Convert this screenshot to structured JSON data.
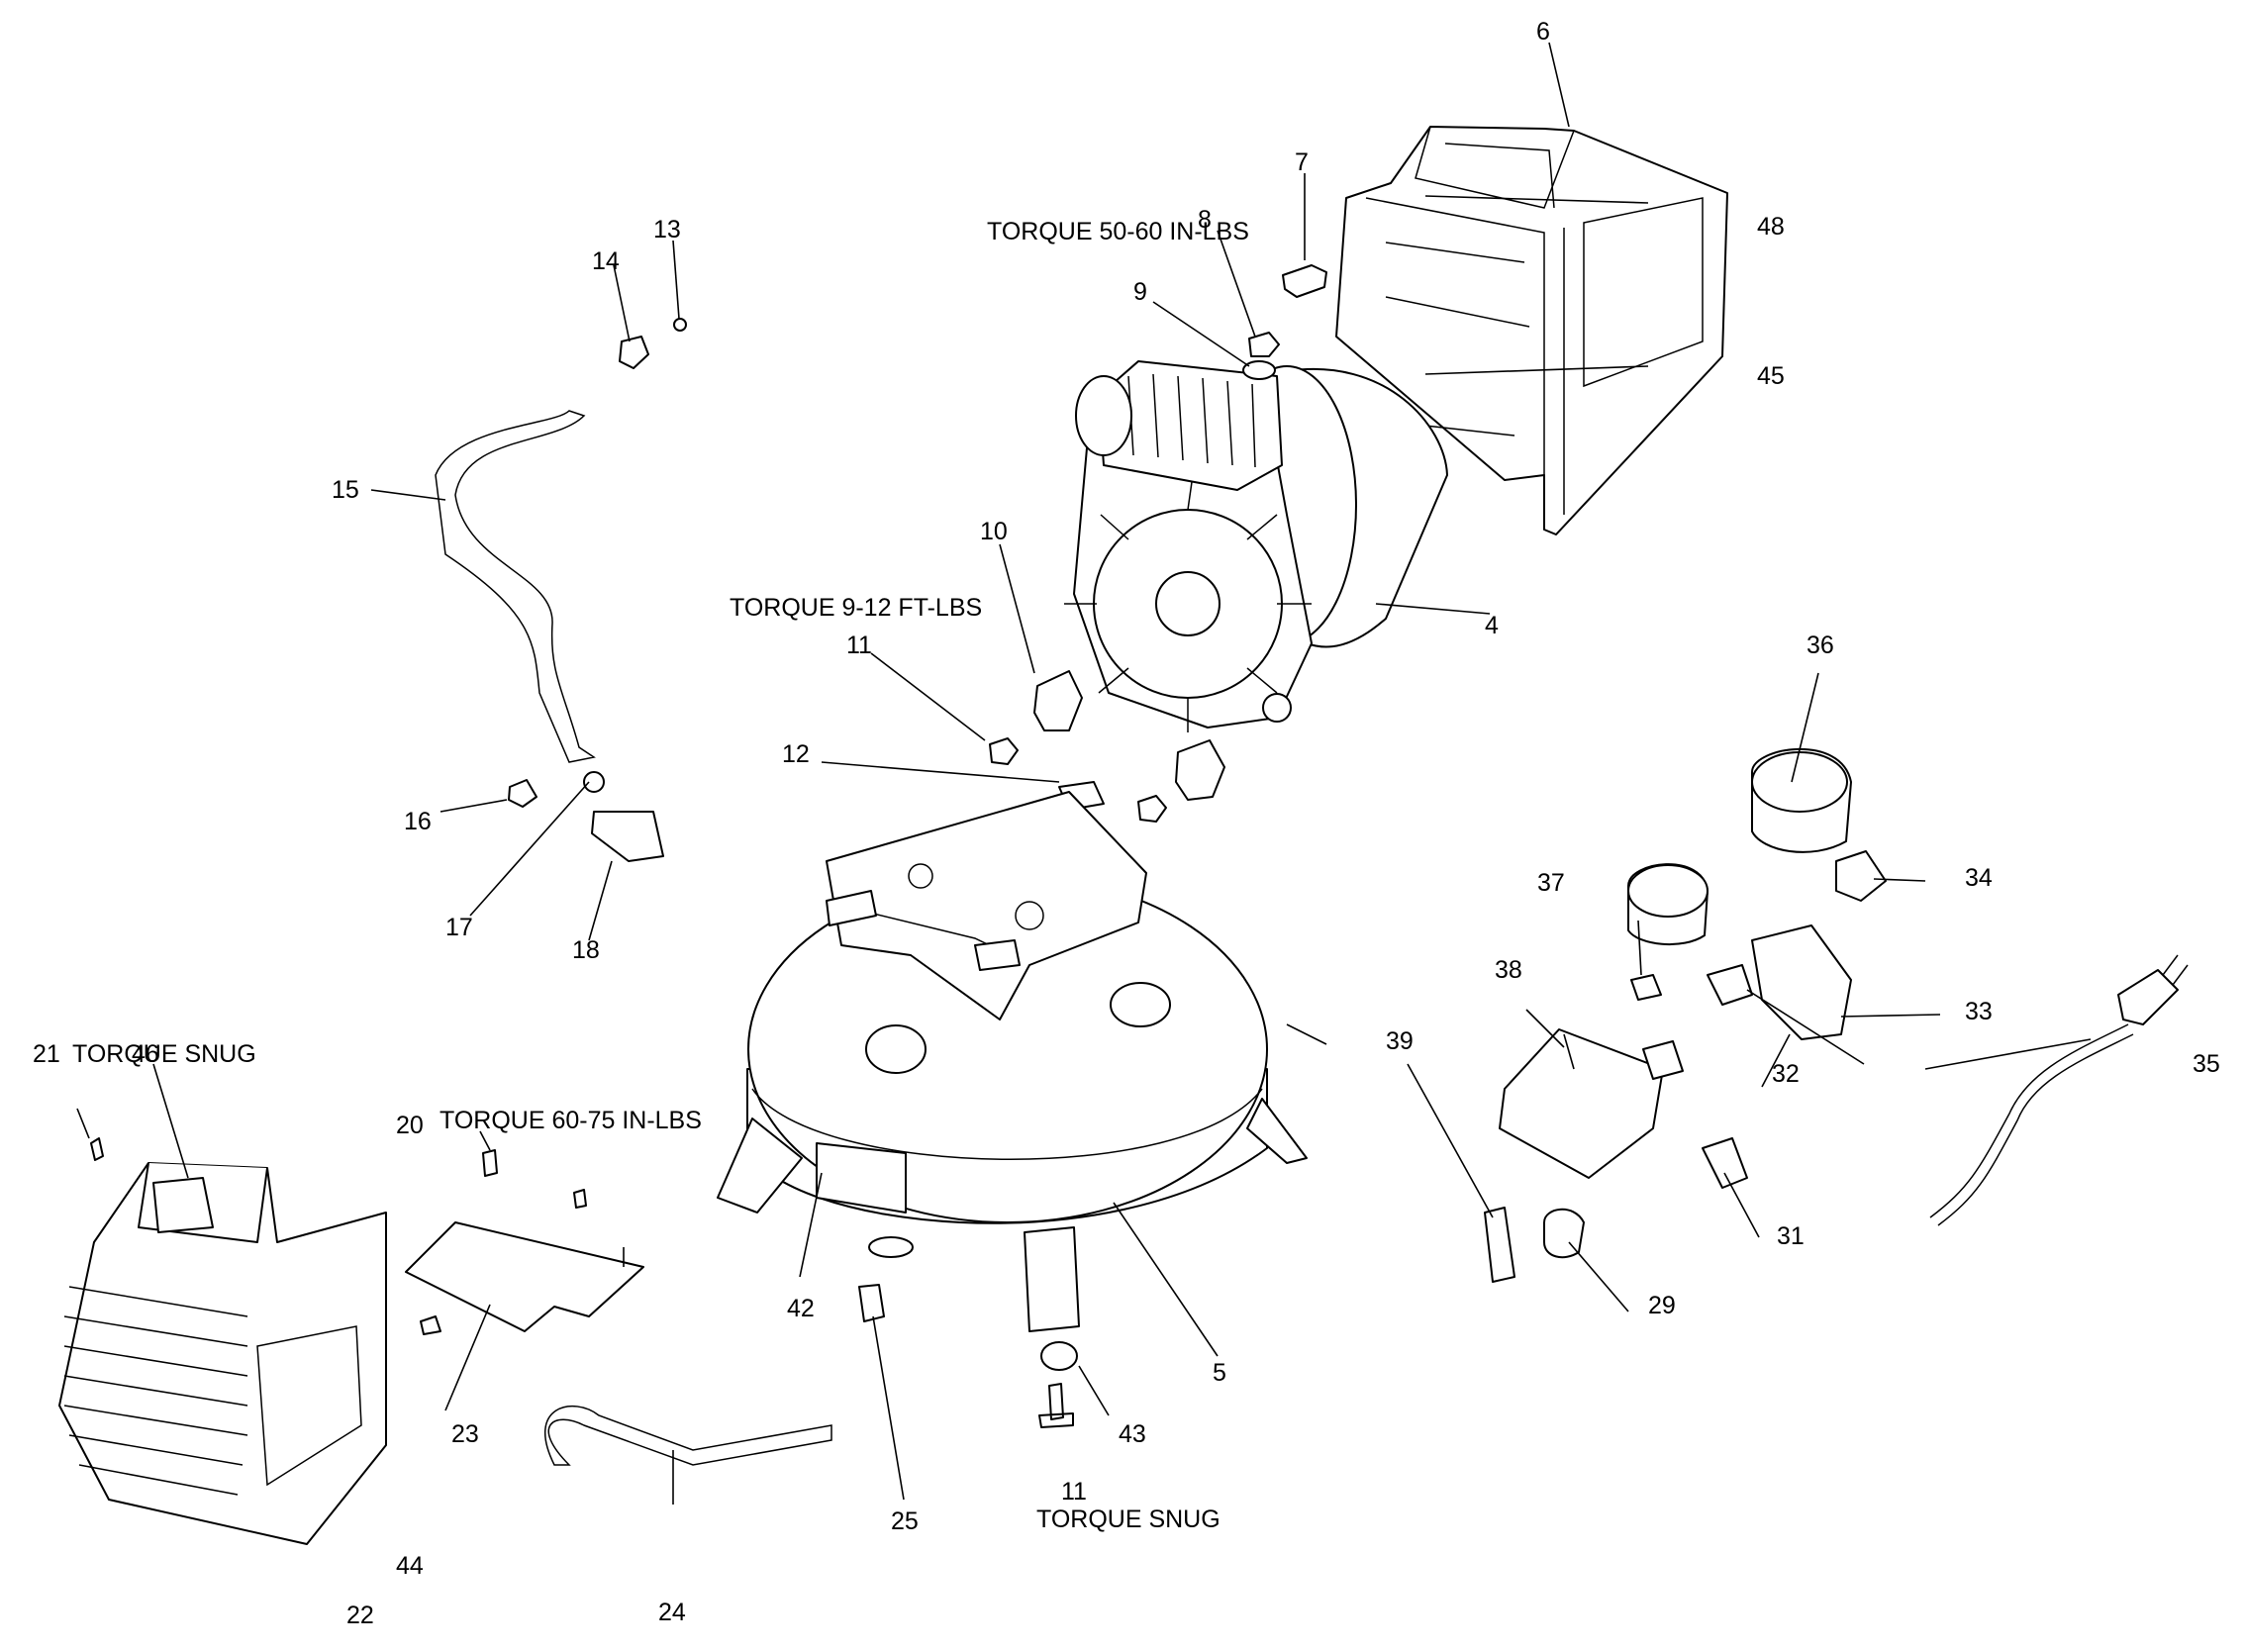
{
  "torque_notes": {
    "t50_60": "TORQUE 50-60 IN-LBS",
    "t9_12": "TORQUE 9-12 FT-LBS",
    "t_snug_21": "TORQUE SNUG",
    "t60_75": "TORQUE 60-75 IN-LBS",
    "t_snug_11": "TORQUE SNUG"
  },
  "callouts": {
    "c4": "4",
    "c5": "5",
    "c6": "6",
    "c7": "7",
    "c8": "8",
    "c9": "9",
    "c10": "10",
    "c11a": "11",
    "c11b": "11",
    "c12": "12",
    "c13": "13",
    "c14": "14",
    "c15": "15",
    "c16": "16",
    "c17": "17",
    "c18": "18",
    "c20": "20",
    "c21": "21",
    "c22": "22",
    "c23": "23",
    "c24": "24",
    "c25": "25",
    "c29": "29",
    "c31": "31",
    "c32": "32",
    "c33": "33",
    "c34": "34",
    "c35": "35",
    "c36": "36",
    "c37": "37",
    "c38": "38",
    "c39": "39",
    "c42": "42",
    "c43": "43",
    "c44": "44",
    "c45": "45",
    "c46": "46",
    "c48": "48"
  }
}
